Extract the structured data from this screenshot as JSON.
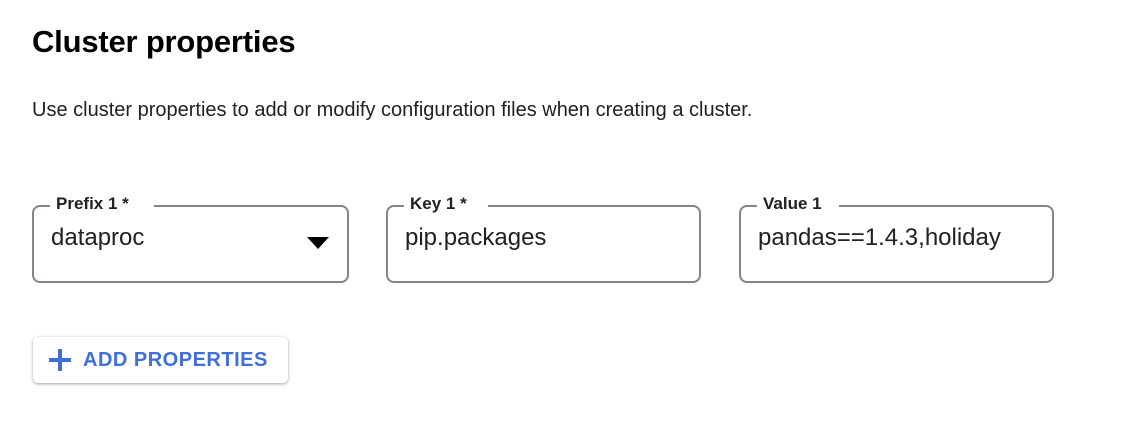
{
  "header": {
    "title": "Cluster properties",
    "subtitle": "Use cluster properties to add or modify configuration files when creating a cluster."
  },
  "form": {
    "fields": [
      {
        "name": "prefix",
        "label": "Prefix 1 *",
        "value": "dataproc",
        "control": "select",
        "icon": "chevron-down-icon",
        "required": true
      },
      {
        "name": "key",
        "label": "Key 1 *",
        "value": "pip.packages",
        "control": "text",
        "required": true
      },
      {
        "name": "value",
        "label": "Value 1",
        "value": "pandas==1.4.3,holiday",
        "control": "text",
        "required": false
      }
    ]
  },
  "actions": {
    "add_properties_label": "ADD PROPERTIES",
    "add_properties_icon": "plus-icon"
  },
  "colors": {
    "accent": "#3f6fd8",
    "text": "#202124",
    "border": "#80868b",
    "background": "#ffffff"
  }
}
